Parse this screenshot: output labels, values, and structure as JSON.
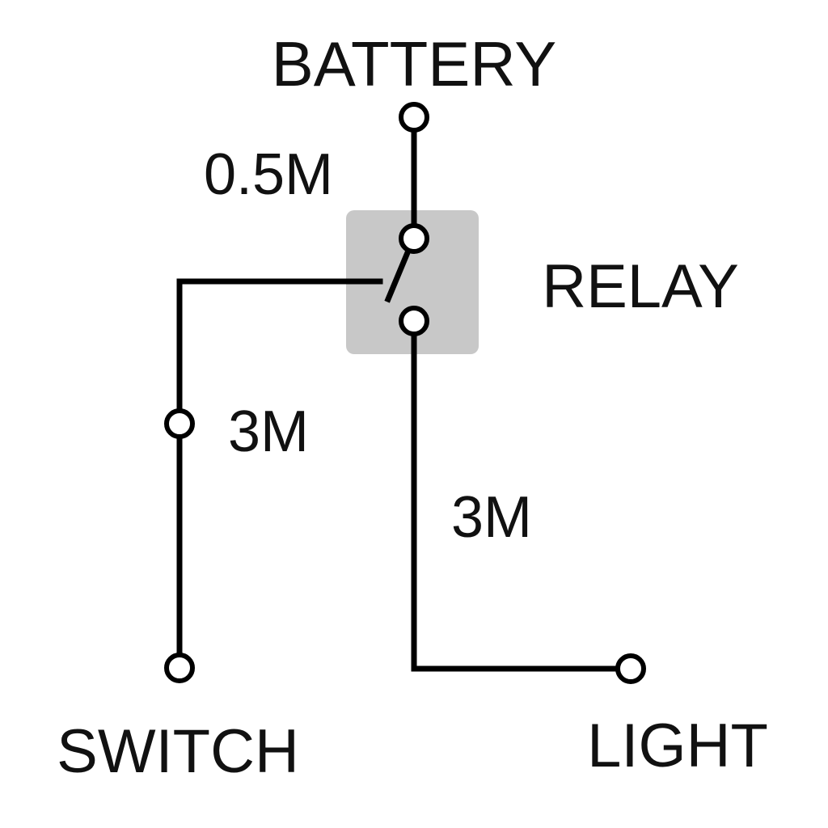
{
  "labels": {
    "battery": "BATTERY",
    "relay": "RELAY",
    "switch": "SWITCH",
    "light": "LIGHT"
  },
  "wire_lengths": {
    "battery_to_relay": "0.5M",
    "switch_to_relay": "3M",
    "relay_to_light": "3M"
  },
  "colors": {
    "relay_box": "#c8c8c8",
    "wire": "#000000"
  }
}
